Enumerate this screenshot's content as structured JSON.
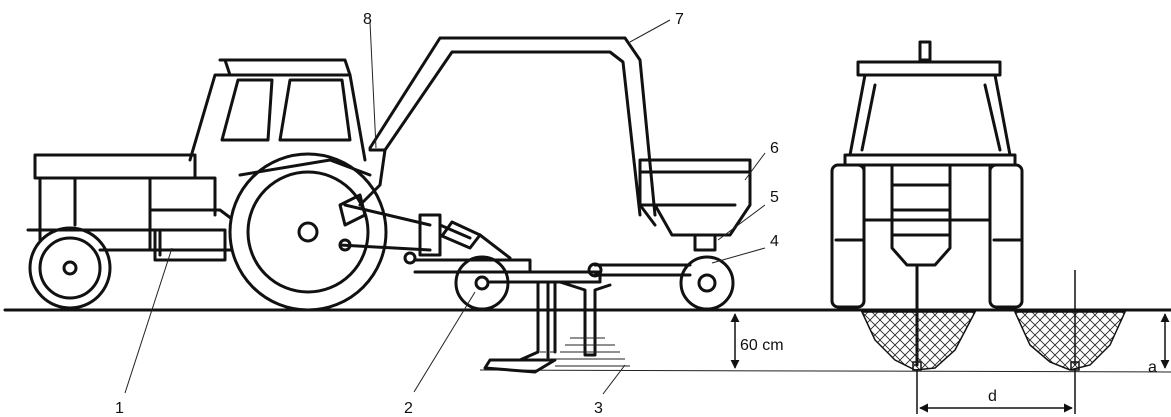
{
  "labels": {
    "callouts": [
      "1",
      "2",
      "3",
      "4",
      "5",
      "6",
      "7",
      "8"
    ],
    "depth": "60 cm",
    "spacing": "d",
    "depth_symbol": "a"
  },
  "colors": {
    "ink": "#111111",
    "background": "#ffffff"
  }
}
